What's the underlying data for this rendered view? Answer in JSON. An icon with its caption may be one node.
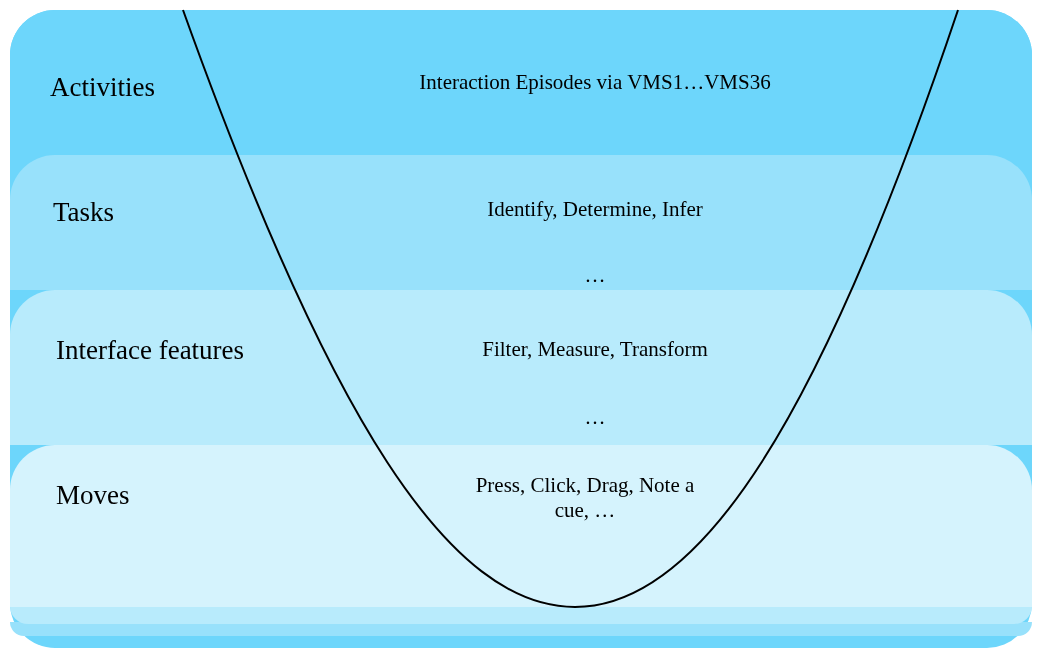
{
  "diagram": {
    "nodes": [
      {
        "text": [
          "Activities",
          "Interaction Episodes via VMS1…VMS36"
        ]
      },
      {
        "text": [
          "Tasks",
          "Identify, Determine, Infer",
          "…"
        ]
      },
      {
        "text": [
          "Interface features",
          "Filter, Measure, Transform",
          "…"
        ]
      },
      {
        "text": [
          "Moves",
          "Press, Click, Drag, Note a cue, …"
        ]
      }
    ],
    "edges": []
  }
}
